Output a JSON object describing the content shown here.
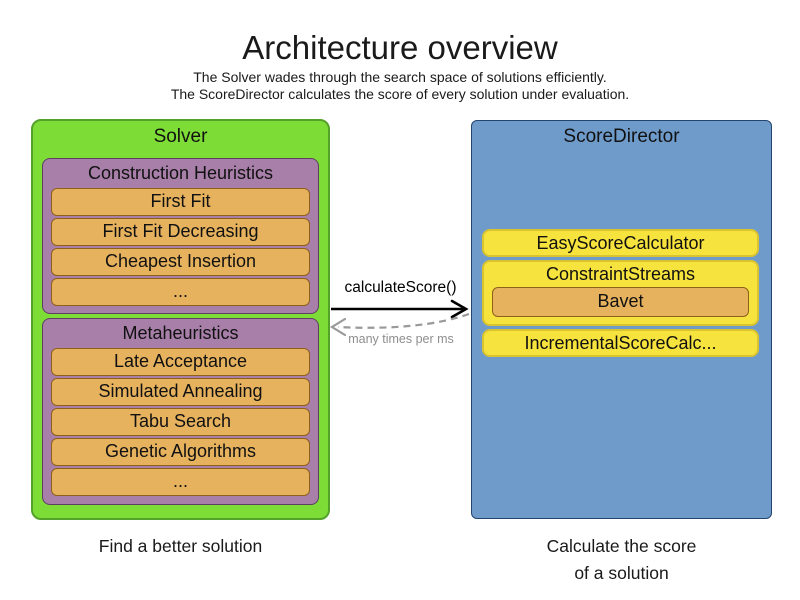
{
  "header": {
    "title": "Architecture overview",
    "subtitle1": "The Solver wades through the search space of solutions efficiently.",
    "subtitle2": "The ScoreDirector calculates the score of every solution under evaluation."
  },
  "solver": {
    "title": "Solver",
    "caption": "Find a better solution",
    "groups": [
      {
        "title": "Construction Heuristics",
        "items": [
          "First Fit",
          "First Fit Decreasing",
          "Cheapest Insertion",
          "..."
        ]
      },
      {
        "title": "Metaheuristics",
        "items": [
          "Late Acceptance",
          "Simulated Annealing",
          "Tabu Search",
          "Genetic Algorithms",
          "..."
        ]
      }
    ]
  },
  "score_director": {
    "title": "ScoreDirector",
    "caption_line1": "Calculate the score",
    "caption_line2": "of a solution",
    "calculators": [
      {
        "label": "EasyScoreCalculator"
      },
      {
        "label": "ConstraintStreams",
        "implementation": "Bavet"
      },
      {
        "label": "IncrementalScoreCalc..."
      }
    ]
  },
  "connection": {
    "call_label": "calculateScore()",
    "frequency_label": "many times per ms"
  },
  "colors": {
    "solver_green": "#7ddd36",
    "solver_green_border": "#55a22a",
    "phase_purple": "#a77fa8",
    "phase_purple_border": "#5e3f63",
    "algo_orange": "#e6b25e",
    "algo_orange_border": "#8f6019",
    "director_blue": "#6f9bcb",
    "director_blue_border": "#23456e",
    "calc_yellow": "#f7e33e",
    "calc_yellow_border": "#d9c430",
    "muted_gray": "#8e8e8e"
  }
}
